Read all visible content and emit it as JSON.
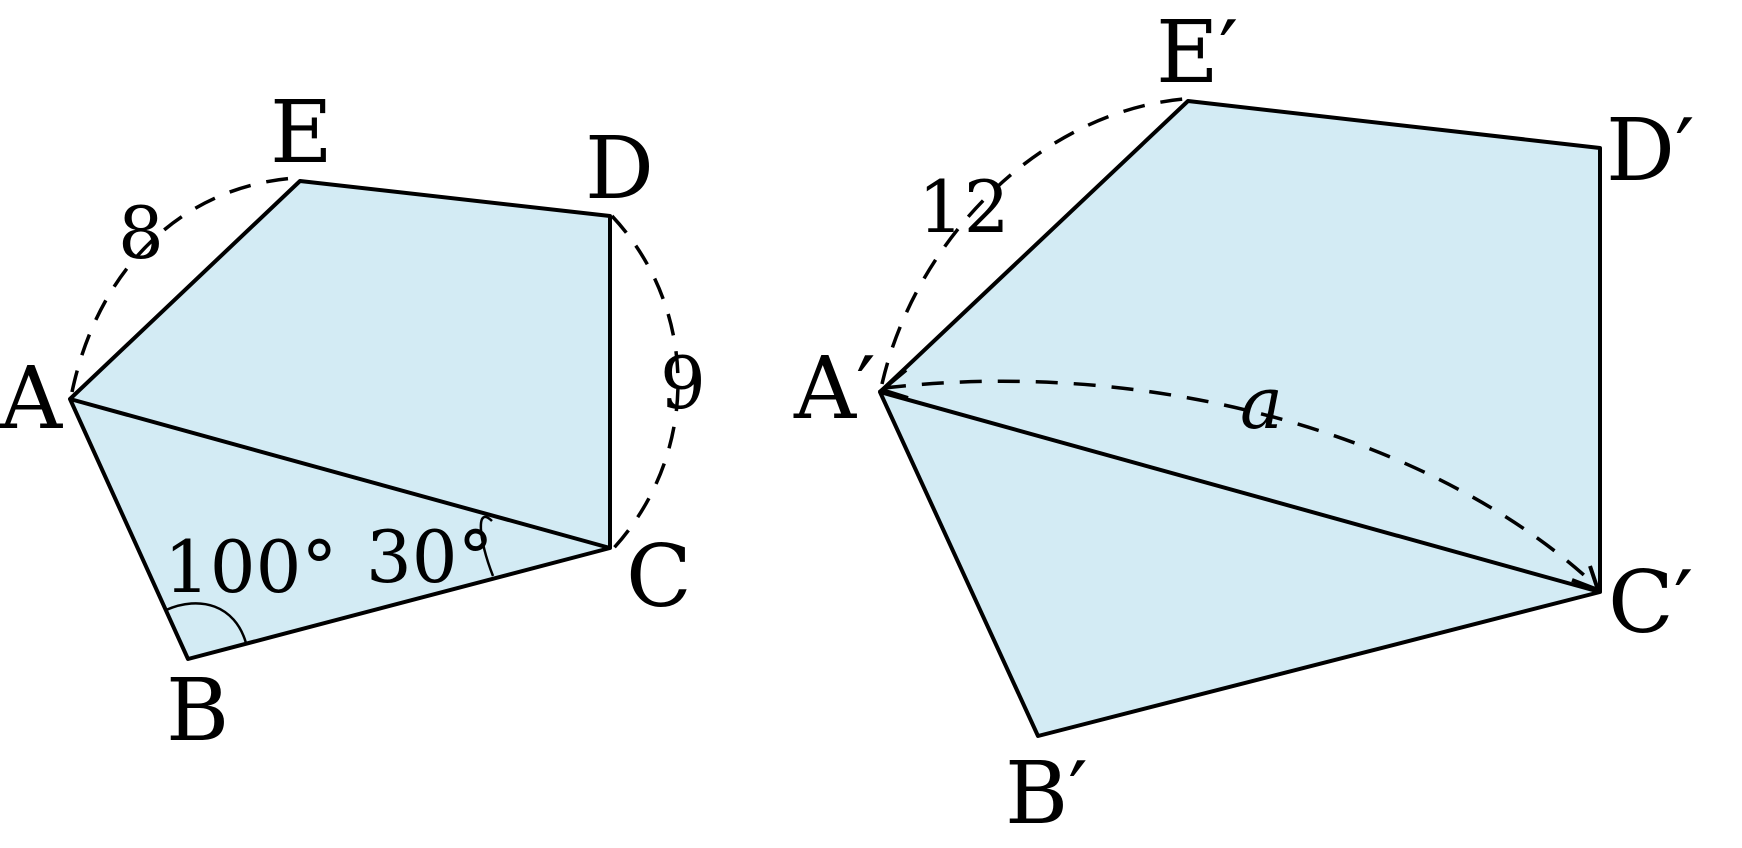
{
  "colors": {
    "fill": "#d3ebf4",
    "stroke": "#000000"
  },
  "left_figure": {
    "vertices": {
      "A": "A",
      "B": "B",
      "C": "C",
      "D": "D",
      "E": "E"
    },
    "measures": {
      "ae": "8",
      "dc": "9",
      "angle_b": "100°",
      "angle_c": "30°"
    }
  },
  "right_figure": {
    "vertices": {
      "A": "A′",
      "B": "B′",
      "C": "C′",
      "D": "D′",
      "E": "E′"
    },
    "measures": {
      "ae": "12",
      "ac": "a"
    }
  }
}
